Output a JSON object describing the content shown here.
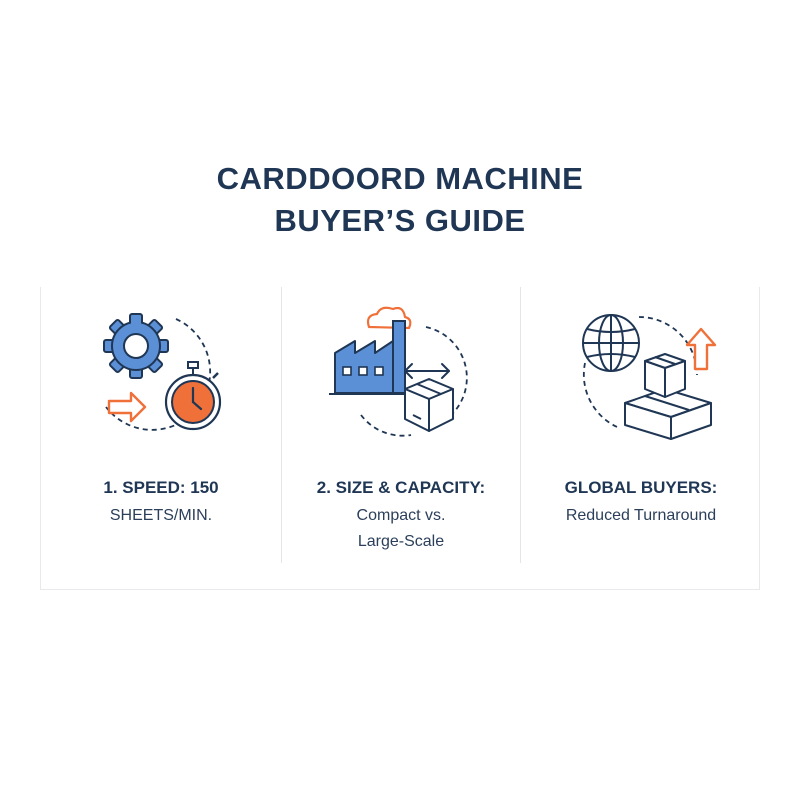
{
  "title": {
    "line1": "CARDDOORD MACHINE",
    "line2": "BUYER’S GUIDE"
  },
  "colors": {
    "navy": "#1f3654",
    "blue": "#5b8fd6",
    "orange": "#f0703a"
  },
  "cards": [
    {
      "heading": "1. SPEED: 150",
      "sub_lines": [
        "SHEETS/MIN."
      ],
      "icons": [
        "gear-icon",
        "stopwatch-icon",
        "arrow-right-icon"
      ]
    },
    {
      "heading": "2. SIZE & CAPACITY:",
      "sub_lines": [
        "Compact vs.",
        "Large-Scale"
      ],
      "icons": [
        "factory-icon",
        "cloud-icon",
        "box-icon",
        "double-arrow-icon"
      ]
    },
    {
      "heading": "GLOBAL BUYERS:",
      "sub_lines": [
        "Reduced Turnaround"
      ],
      "icons": [
        "globe-icon",
        "stacked-boxes-icon",
        "arrow-up-icon"
      ]
    }
  ]
}
